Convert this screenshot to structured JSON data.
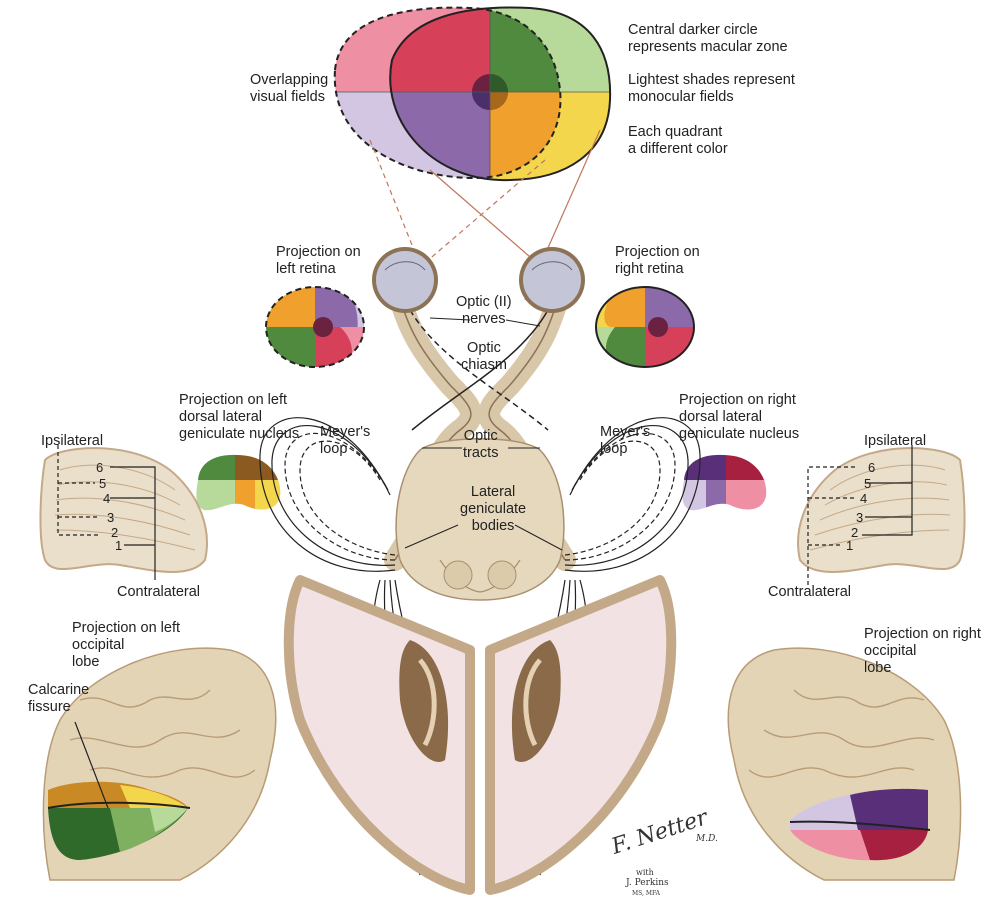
{
  "labels": {
    "overlapping": "Overlapping\nvisual fields",
    "central_circle": "Central darker circle\nrepresents macular zone",
    "lightest": "Lightest shades represent\nmonocular fields",
    "quadrant": "Each quadrant\na different color",
    "proj_left_retina": "Projection on\nleft retina",
    "proj_right_retina": "Projection on\nright retina",
    "optic_nerves": "Optic (II)\nnerves",
    "optic_chiasm": "Optic\nchiasm",
    "optic_tracts": "Optic\ntracts",
    "lateral_geniculate": "Lateral\ngeniculate\nbodies",
    "meyers_left": "Meyer's\nloop",
    "meyers_right": "Meyer's\nloop",
    "proj_left_lgn": "Projection on left\ndorsal lateral\ngeniculate nucleus",
    "proj_right_lgn": "Projection on right\ndorsal lateral\ngeniculate nucleus",
    "ipsilateral_left": "Ipsilateral",
    "ipsilateral_right": "Ipsilateral",
    "contralateral_left": "Contralateral",
    "contralateral_right": "Contralateral",
    "proj_left_occipital": "Projection on left\noccipital\nlobe",
    "proj_right_occipital": "Projection on right\noccipital\nlobe",
    "calcarine": "Calcarine\nfissure"
  },
  "layers": [
    "6",
    "5",
    "4",
    "3",
    "2",
    "1"
  ],
  "signature": {
    "artist": "F. Netter",
    "md": "M.D.",
    "with": "with",
    "coauthor": "J. Perkins",
    "credentials": "MS, MFA"
  },
  "colors": {
    "red_dark": "#d64058",
    "red_light": "#ef8fa3",
    "green_dark": "#4f8a3f",
    "green_light": "#b7d99a",
    "purple_dark": "#8c6aaa",
    "purple_light": "#d3c6e3",
    "orange_dark": "#f0a02c",
    "yellow_light": "#f4d64c",
    "brain": "#d8c7a8",
    "cortex": "#c4a988"
  }
}
